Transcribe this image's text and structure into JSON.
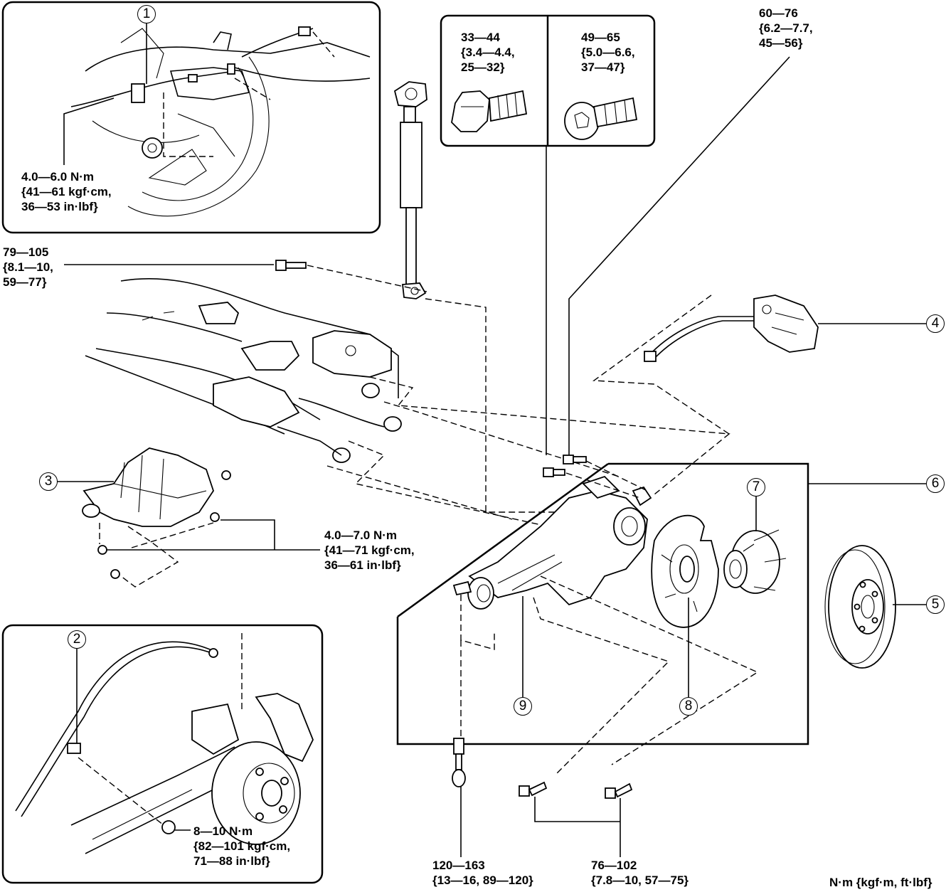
{
  "torques": {
    "t1": [
      "4.0—6.0 N·m",
      "{41—61 kgf·cm,",
      "36—53 in·lbf}"
    ],
    "t2": [
      "79—105",
      "{8.1—10,",
      "59—77}"
    ],
    "t3": [
      "33—44",
      "{3.4—4.4,",
      "25—32}"
    ],
    "t4": [
      "49—65",
      "{5.0—6.6,",
      "37—47}"
    ],
    "t5": [
      "60—76",
      "{6.2—7.7,",
      "45—56}"
    ],
    "t6": [
      "4.0—7.0 N·m",
      "{41—71 kgf·cm,",
      "36—61 in·lbf}"
    ],
    "t7": [
      "8—10 N·m",
      "{82—101 kgf·cm,",
      "71—88 in·lbf}"
    ],
    "t8": [
      "120—163",
      "{13—16, 89—120}"
    ],
    "t9": [
      "76—102",
      "{7.8—10, 57—75}"
    ]
  },
  "units": "N·m {kgf·m, ft·lbf}",
  "callouts": {
    "c1": "1",
    "c2": "2",
    "c3": "3",
    "c4": "4",
    "c5": "5",
    "c6": "6",
    "c7": "7",
    "c8": "8",
    "c9": "9"
  }
}
